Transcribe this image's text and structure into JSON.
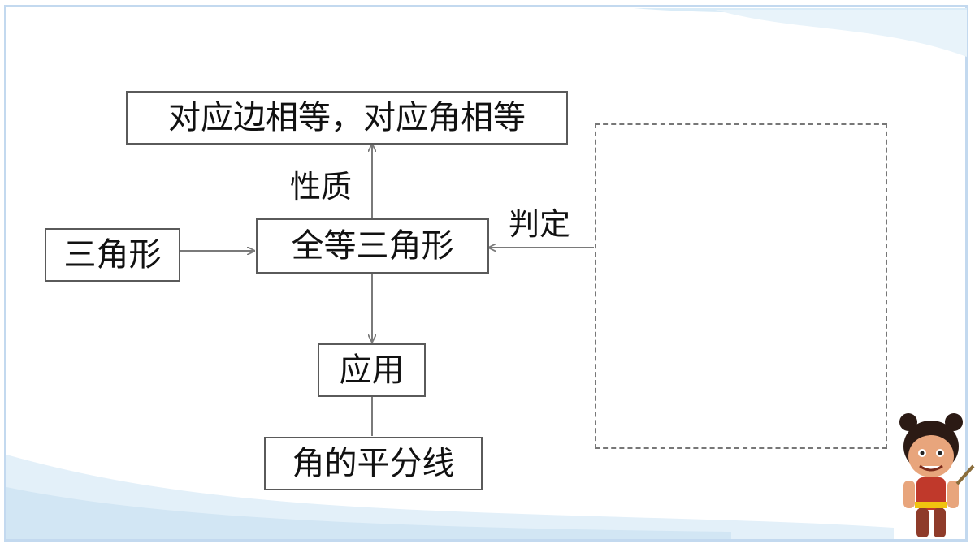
{
  "diagram": {
    "nodes": {
      "properties_result": "对应边相等，对应角相等",
      "triangle": "三角形",
      "congruent_triangle": "全等三角形",
      "application": "应用",
      "angle_bisector": "角的平分线"
    },
    "edge_labels": {
      "property": "性质",
      "criteria": "判定"
    }
  },
  "colors": {
    "frame": "#c3d9ef",
    "box_border": "#5a5a5a",
    "connector": "#7a7a7a",
    "text": "#111111"
  }
}
